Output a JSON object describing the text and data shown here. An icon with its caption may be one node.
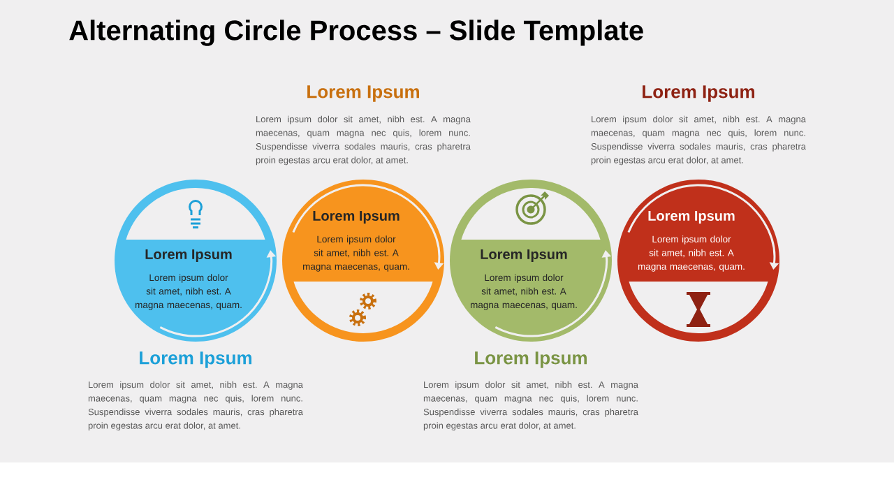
{
  "diagram": {
    "title": "Alternating Circle Process – Slide Template",
    "nodes": [
      {
        "text": [
          "Lorem Ipsum",
          "Lorem ipsum dolor sit amet, nibh est. A magna maecenas, quam."
        ],
        "beside": [
          "Lorem Ipsum",
          "Lorem ipsum dolor sit amet, nibh est. A magna maecenas, quam magna nec quis, lorem nunc. Suspendisse viverra sodales mauris, cras pharetra proin egestas arcu erat dolor, at amet."
        ]
      },
      {
        "text": [
          "Lorem Ipsum",
          "Lorem ipsum dolor sit amet, nibh est. A magna maecenas, quam."
        ],
        "beside": [
          "Lorem Ipsum",
          "Lorem ipsum dolor sit amet, nibh est. A magna maecenas, quam magna nec quis, lorem nunc. Suspendisse viverra sodales mauris, cras pharetra proin egestas arcu erat dolor, at amet."
        ]
      },
      {
        "text": [
          "Lorem Ipsum",
          "Lorem ipsum dolor sit amet, nibh est. A magna maecenas, quam."
        ],
        "beside": [
          "Lorem Ipsum",
          "Lorem ipsum dolor sit amet, nibh est. A magna maecenas, quam magna nec quis, lorem nunc. Suspendisse viverra sodales mauris, cras pharetra proin egestas arcu erat dolor, at amet."
        ]
      },
      {
        "text": [
          "Lorem Ipsum",
          "Lorem ipsum dolor sit amet, nibh est. A magna maecenas, quam."
        ],
        "beside": [
          "Lorem Ipsum",
          "Lorem ipsum dolor sit amet, nibh est. A magna maecenas, quam magna nec quis, lorem nunc. Suspendisse viverra sodales mauris, cras pharetra proin egestas arcu erat dolor, at amet."
        ]
      }
    ]
  }
}
